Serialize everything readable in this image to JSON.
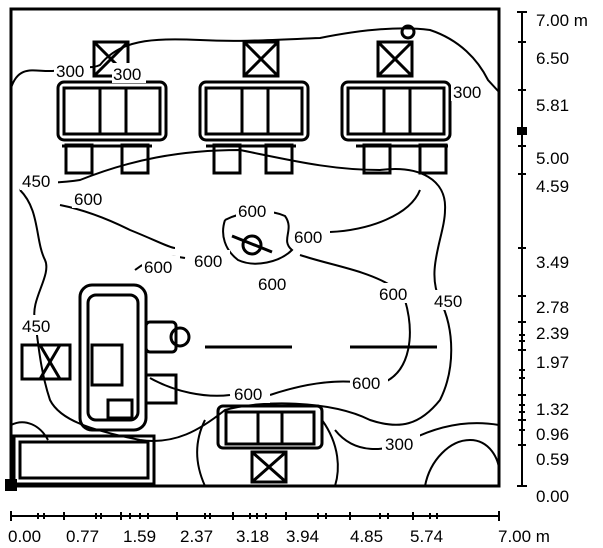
{
  "diagram": {
    "units": "m",
    "x_axis_ticks": [
      "0.00",
      "0.77",
      "1.59",
      "2.37",
      "3.18",
      "3.94",
      "4.85",
      "5.74",
      "7.00 m"
    ],
    "y_axis_ticks": [
      "7.00 m",
      "6.50",
      "5.81",
      "5.00",
      "4.59",
      "3.49",
      "2.78",
      "2.39",
      "1.97",
      "1.32",
      "0.96",
      "0.59",
      "0.00"
    ],
    "contour_labels": {
      "c300_a": "300",
      "c300_b": "300",
      "c300_c": "300",
      "c300_d": "300",
      "c450_a": "450",
      "c450_b": "450",
      "c450_c": "450",
      "c600_a": "600",
      "c600_b": "600",
      "c600_c": "600",
      "c600_d": "600",
      "c600_e": "600",
      "c600_f": "600",
      "c600_g": "600",
      "c600_h": "600",
      "c600_i": "600"
    }
  }
}
